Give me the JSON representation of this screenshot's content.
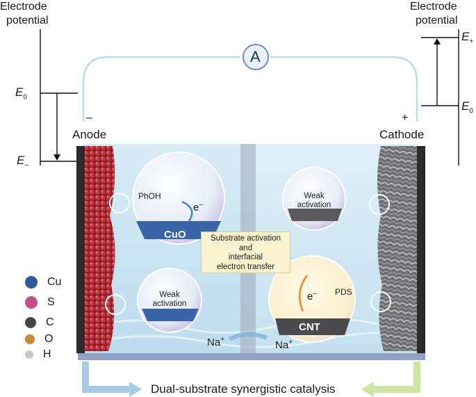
{
  "left_axis": {
    "title_line1": "Electrode",
    "title_line2": "potential",
    "e0_label": "E",
    "e0_sub": "0",
    "eminus_label": "E",
    "eminus_sub": "–"
  },
  "right_axis": {
    "title_line1": "Electrode",
    "title_line2": "potential",
    "eplus_label": "E",
    "eplus_sub": "+",
    "e0_label": "E",
    "e0_sub": "0"
  },
  "circuit": {
    "ammeter": "A",
    "minus_sign": "–",
    "plus_sign": "+"
  },
  "electrodes": {
    "anode": "Anode",
    "cathode": "Cathode"
  },
  "bubbles": {
    "cuo": {
      "molecule": "PhOH",
      "electron": "e",
      "electron_sup": "–",
      "surface": "CuO"
    },
    "weak_left": {
      "line1": "Weak",
      "line2": "activation"
    },
    "weak_right": {
      "line1": "Weak",
      "line2": "activation"
    },
    "cnt": {
      "electron": "e",
      "electron_sup": "–",
      "molecule": "PDS",
      "surface": "CNT"
    }
  },
  "callout": {
    "line1": "Substrate activation",
    "line2": "and",
    "line3": "interfacial",
    "line4": "electron transfer"
  },
  "ions": {
    "left_ion": "Na",
    "left_sup": "+",
    "right_ion": "Na",
    "right_sup": "+"
  },
  "legend": [
    {
      "label": "Cu",
      "color": "#2e5a9c"
    },
    {
      "label": "S",
      "color": "#c0508a"
    },
    {
      "label": "C",
      "color": "#444444"
    },
    {
      "label": "O",
      "color": "#c98a3a"
    },
    {
      "label": "H",
      "color": "#c8c8c8"
    }
  ],
  "footer": {
    "caption": "Dual-substrate synergistic catalysis"
  },
  "colors": {
    "left_arrow": "#a8cbe6",
    "right_arrow": "#cfe3a4",
    "water": "#cfe6f3",
    "anode": "#b8303a"
  }
}
